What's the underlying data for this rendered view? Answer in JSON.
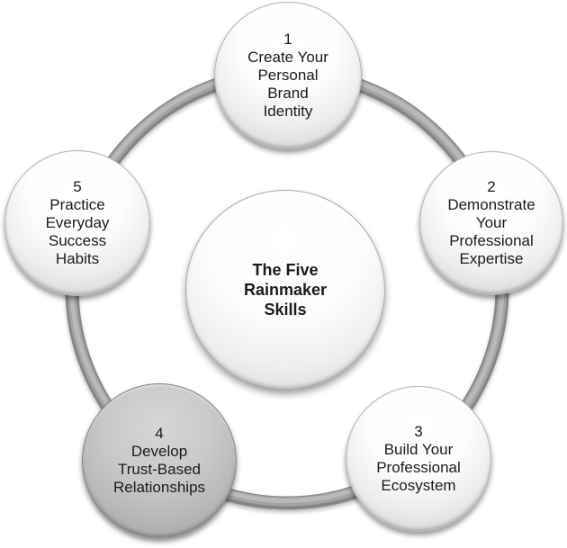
{
  "hub": {
    "label": "The Five Rainmaker Skills",
    "lines": [
      "The Five",
      "Rainmaker",
      "Skills"
    ]
  },
  "nodes": [
    {
      "number": "1",
      "label": "Create Your Personal Brand Identity",
      "lines": [
        "Create Your",
        "Personal",
        "Brand",
        "Identity"
      ],
      "highlighted": false
    },
    {
      "number": "2",
      "label": "Demonstrate Your Professional Expertise",
      "lines": [
        "Demonstrate",
        "Your",
        "Professional",
        "Expertise"
      ],
      "highlighted": false
    },
    {
      "number": "3",
      "label": "Build Your Professional Ecosystem",
      "lines": [
        "Build Your",
        "Professional",
        "Ecosystem"
      ],
      "highlighted": false
    },
    {
      "number": "4",
      "label": "Develop Trust-Based Relationships",
      "lines": [
        "Develop",
        "Trust-Based",
        "Relationships"
      ],
      "highlighted": true
    },
    {
      "number": "5",
      "label": "Practice Everyday Success Habits",
      "lines": [
        "Practice",
        "Everyday",
        "Success",
        "Habits"
      ],
      "highlighted": false
    }
  ],
  "colors": {
    "ring_dark": "#868686",
    "ring_mid": "#a4a4a4",
    "ring_highlight": "#b9b9b9",
    "node_fill_top": "#ffffff",
    "node_fill_bottom": "#cbcbcb",
    "highlighted_node_top": "#d6d6d6",
    "highlighted_node_bottom": "#a0a0a0",
    "hub_fill_top": "#ffffff",
    "hub_fill_bottom": "#d5d5d5",
    "text": "#1b1b1b",
    "background": "#ffffff"
  }
}
